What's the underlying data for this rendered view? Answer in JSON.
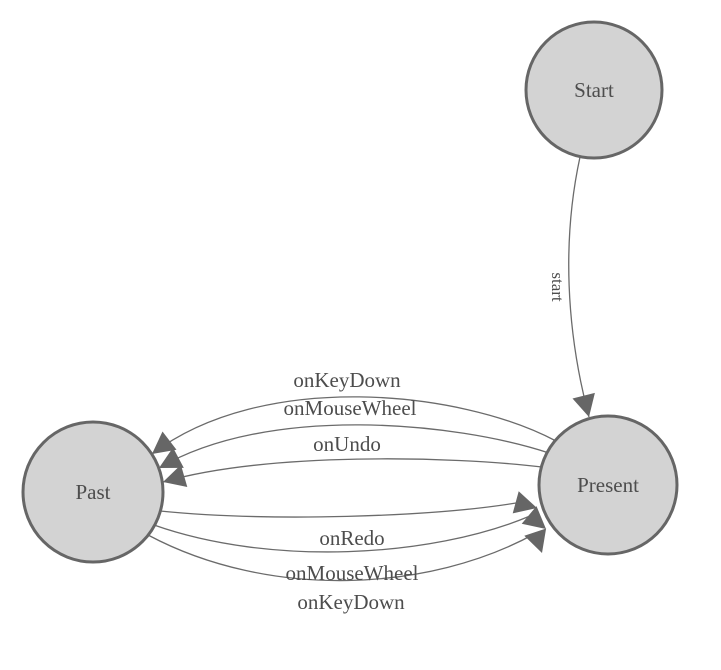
{
  "diagram": {
    "type": "state-machine",
    "background": "#ffffff",
    "colors": {
      "node_fill": "#d3d3d3",
      "node_stroke": "#666666",
      "edge_line": "#6b6b6b",
      "arrowhead": "#666666",
      "text": "#4d4d4d"
    },
    "nodes": [
      {
        "id": "start",
        "label": "Start"
      },
      {
        "id": "present",
        "label": "Present"
      },
      {
        "id": "past",
        "label": "Past"
      }
    ],
    "edges": [
      {
        "from": "start",
        "to": "present",
        "label": "start",
        "label_orientation": "vertical"
      },
      {
        "from": "present",
        "to": "past",
        "label": "onKeyDown",
        "label_orientation": "horizontal"
      },
      {
        "from": "present",
        "to": "past",
        "label": "onMouseWheel",
        "label_orientation": "horizontal"
      },
      {
        "from": "present",
        "to": "past",
        "label": "onUndo",
        "label_orientation": "horizontal"
      },
      {
        "from": "past",
        "to": "present",
        "label": "onRedo",
        "label_orientation": "horizontal"
      },
      {
        "from": "past",
        "to": "present",
        "label": "onMouseWheel",
        "label_orientation": "horizontal"
      },
      {
        "from": "past",
        "to": "present",
        "label": "onKeyDown",
        "label_orientation": "horizontal"
      }
    ]
  }
}
